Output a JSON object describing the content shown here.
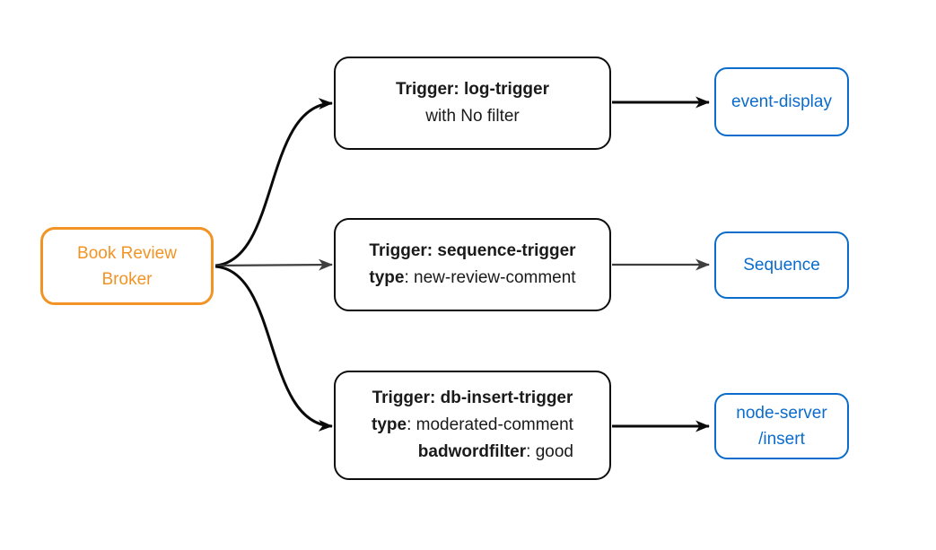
{
  "colors": {
    "broker_orange": "#F19425",
    "sink_blue": "#0B6CCB",
    "edge_dark": "#0A0A0A",
    "edge_gray": "#3F3F3F",
    "trigger_border": "#0D0D0D",
    "background": "#FFFFFF"
  },
  "broker": {
    "line1": "Book Review",
    "line2": "Broker"
  },
  "triggers": [
    {
      "title": "Trigger: log-trigger",
      "line2_bold": "",
      "line2_rest": "with No filter"
    },
    {
      "title": "Trigger: sequence-trigger",
      "line2_bold": "type",
      "line2_rest": ": new-review-comment"
    },
    {
      "title": "Trigger: db-insert-trigger",
      "line2_bold": "type",
      "line2_rest": ": moderated-comment",
      "line3_bold": "badwordfilter",
      "line3_rest": ": good"
    }
  ],
  "sinks": [
    {
      "line1": "event-display"
    },
    {
      "line1": "Sequence"
    },
    {
      "line1": "node-server",
      "line2": "/insert"
    }
  ]
}
